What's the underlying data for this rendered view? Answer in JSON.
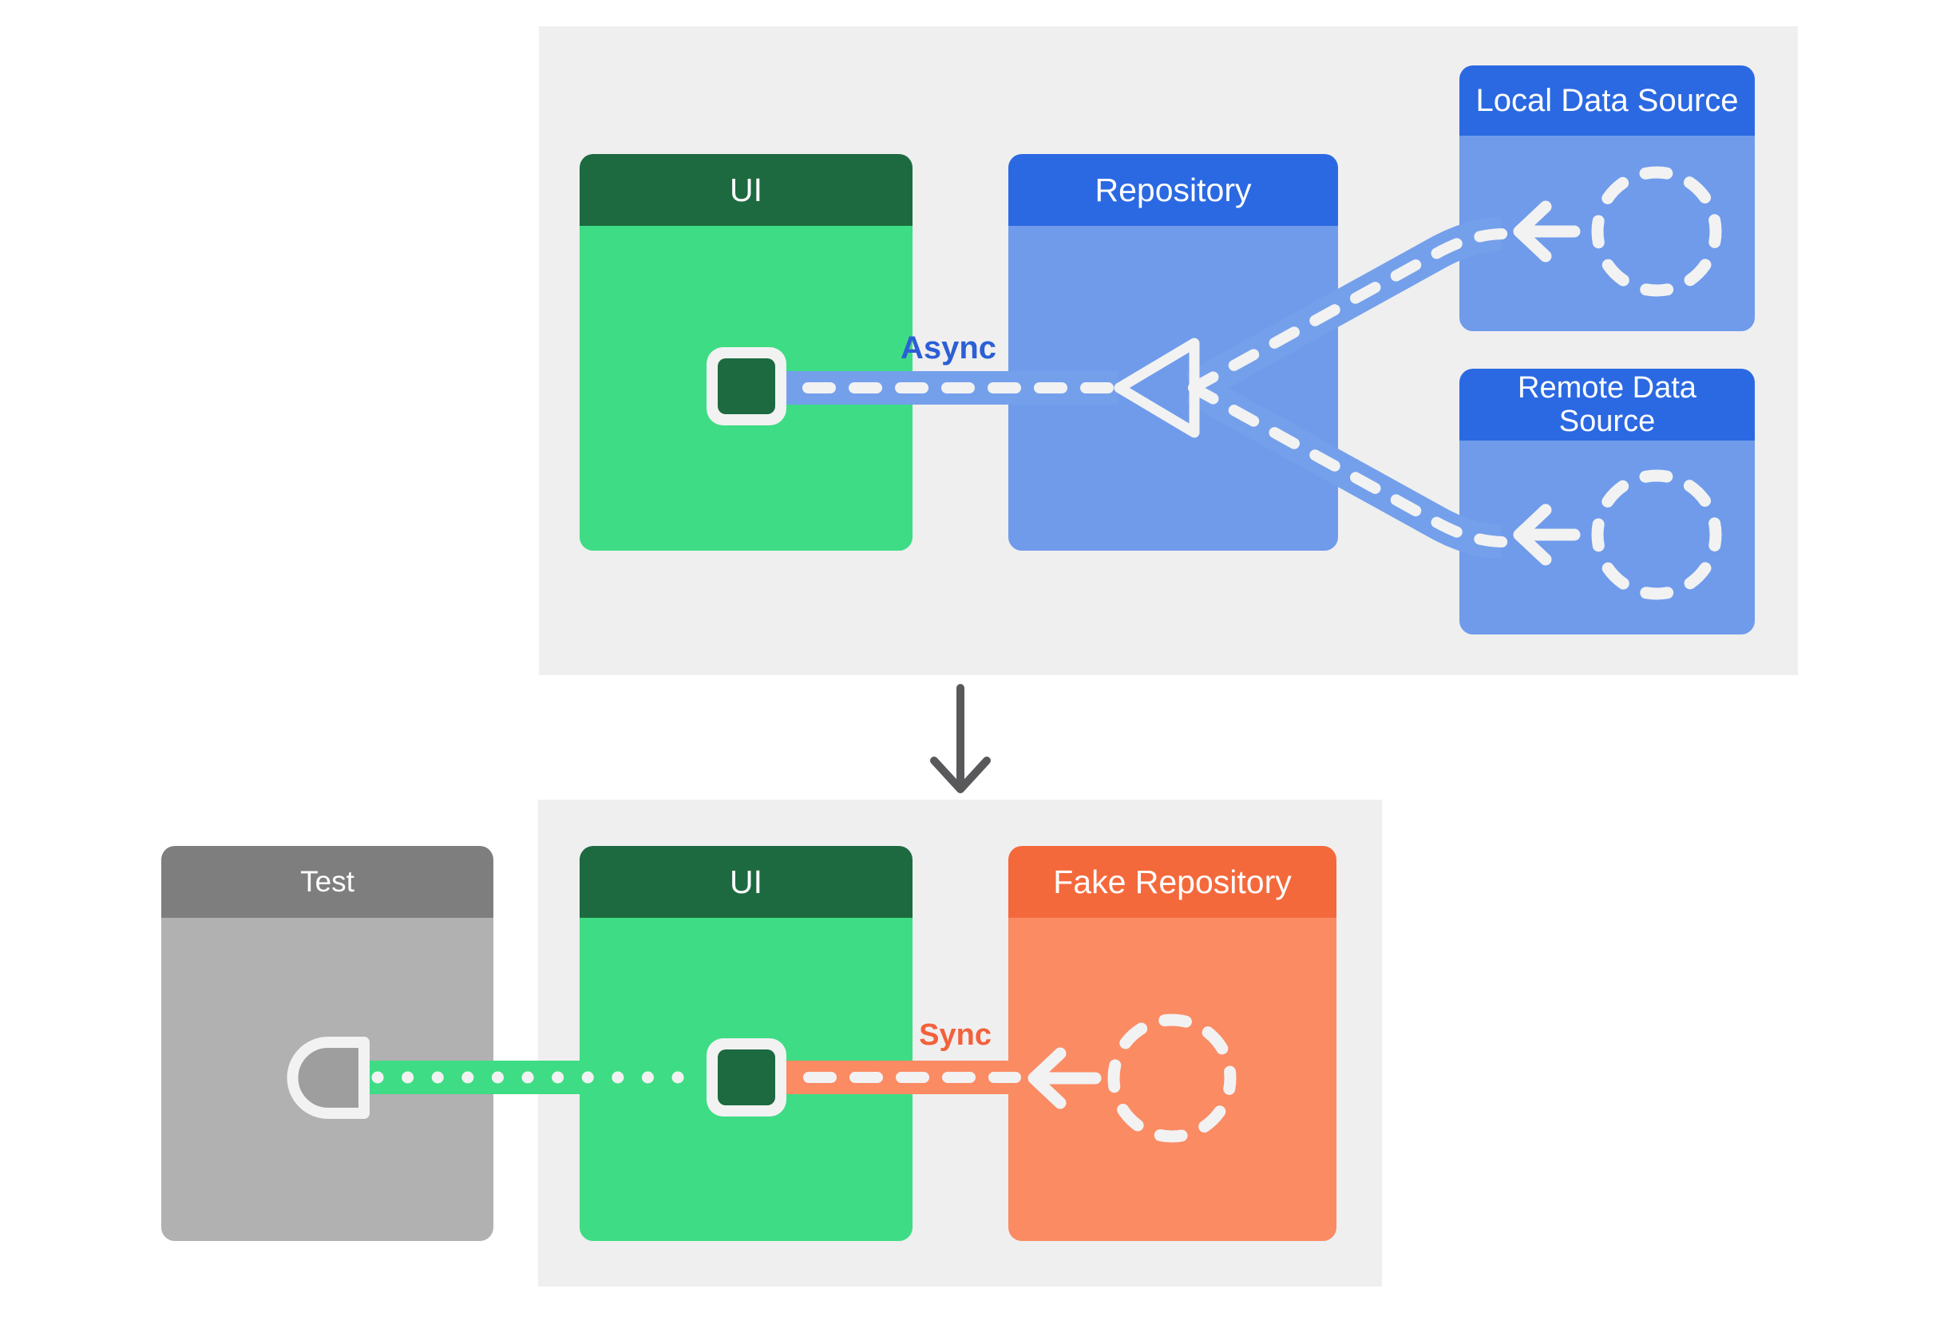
{
  "top": {
    "ui_title": "UI",
    "repository_title": "Repository",
    "local_title": "Local Data Source",
    "remote_title_lines": [
      "Remote Data",
      "Source"
    ],
    "async_label": "Async"
  },
  "bottom": {
    "test_title": "Test",
    "ui_title": "UI",
    "fake_title": "Fake Repository",
    "sync_label": "Sync"
  },
  "icons": {
    "triangle": "merge-arrowhead-icon",
    "circles": "dashed-circle-data-icon",
    "arrows": "left-arrow-icon",
    "socket": "test-socket-icon",
    "down_arrow": "down-arrow-icon"
  },
  "colors": {
    "panel": "#efefef",
    "green_header": "#1d6a40",
    "green_body": "#3edc84",
    "blue_header": "#2b69e2",
    "blue_body": "#6f9bea",
    "blue_band": "#74a0eb",
    "orange_header": "#f4693c",
    "orange_body": "#fa8b63",
    "gray_header": "#7e7e7f",
    "gray_body": "#b1b1b2",
    "socket_fill": "#9e9e9e",
    "connector_white": "#f2f2f3",
    "async_text": "#2b5fd6",
    "sync_text": "#f2613b",
    "arrow_gray": "#59595b"
  }
}
